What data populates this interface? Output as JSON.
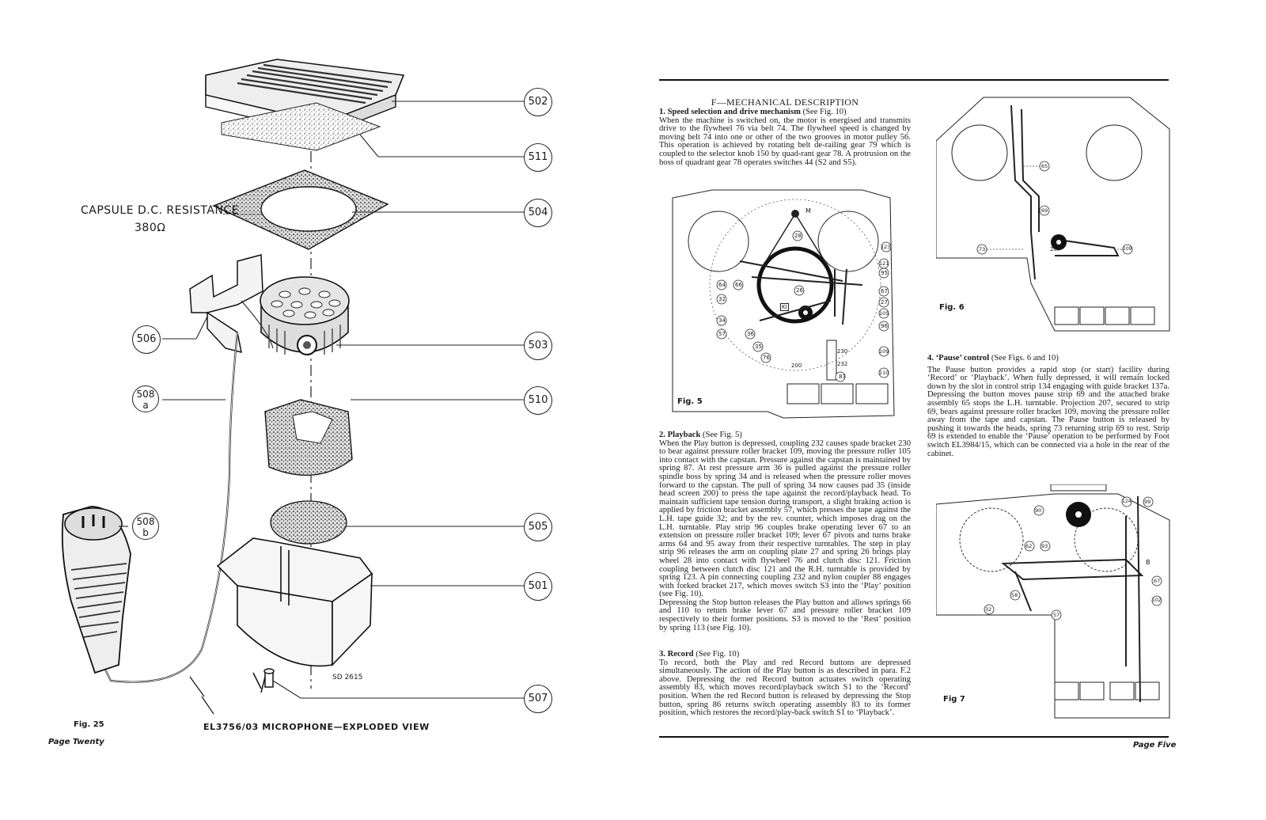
{
  "left_page": {
    "capsule_label": "CAPSULE  D.C. RESISTANCE",
    "capsule_value": "380Ω",
    "callouts": [
      "502",
      "511",
      "504",
      "503",
      "510",
      "505",
      "501",
      "507"
    ],
    "callout_506": "506",
    "callout_508a": "508",
    "callout_508a_sub": "a",
    "callout_508b": "508",
    "callout_508b_sub": "b",
    "drawing_code": "SD 2615",
    "fig_number": "Fig. 25",
    "fig_title": "EL3756/03   MICROPHONE—EXPLODED VIEW",
    "page_label": "Page Twenty"
  },
  "right_page": {
    "section_title": "F—MECHANICAL DESCRIPTION",
    "para1_heading": "1.  Speed selection and drive mechanism",
    "para1_ref": " (See Fig. 10)",
    "para1_body": "When the machine is switched on, the motor is energised and transmits drive to the flywheel 76 via belt 74. The flywheel speed is changed by moving belt 74 into one or other of the two grooves in motor pulley 56. This operation is achieved by rotating belt de-railing gear 79 which is coupled to the selector knob 150 by quad-rant gear 78. A protrusion on the boss of quadrant gear 78 operates switches 44 (S2 and S5).",
    "para2_heading": "2.  Playback",
    "para2_ref": " (See Fig. 5)",
    "para2_body": "When the Play button is depressed, coupling 232 causes spade bracket 230 to bear against pressure roller bracket 109, moving the pressure roller 105 into contact with the capstan. Pressure against the capstan is maintained by spring 87. At rest pressure arm 36 is pulled against the pressure roller spindle boss by spring 34 and is released when the pressure roller moves forward to the capstan. The pull of spring 34 now causes pad 35 (inside head screen 200) to press the tape against the record/playback head. To maintain sufficient tape tension during transport, a slight braking action is applied by friction bracket assembly 57, which presses the tape against the L.H. tape guide 32; and by the rev. counter, which imposes drag on the L.H. turntable. Play strip 96 couples brake operating lever 67 to an extension on pressure roller bracket 109; lever 67 pivots and turns brake arms 64 and 95 away from their respective turntables. The step in play strip 96 releases the arm on coupling plate 27 and spring 26 brings play wheel 28 into contact with flywheel 76 and clutch disc 121. Friction coupling between clutch disc 121 and the R.H. turntable is provided by spring 123. A pin connecting coupling 232 and nylon coupler 88 engages with forked bracket 217, which moves switch S3 into the ‘Play’ position (see Fig. 10).",
    "para2_body2": "Depressing the Stop button releases the Play button and allows springs 66 and 110 to return brake lever 67 and pressure roller bracket 109 respectively to their former positions. S3 is moved to the ‘Rest’ position by spring 113 (see Fig. 10).",
    "para3_heading": "3.  Record",
    "para3_ref": " (See Fig. 10)",
    "para3_body": "To record, both the Play and red Record buttons are depressed simultaneously. The action of the Play button is as described in para. F.2 above. Depressing the red Record button actuates switch operating assembly 83, which moves record/playback switch S1 to the ‘Record’ position. When the red Record button is released by depressing the Stop button, spring 86 returns switch operating assembly 83 to its former position, which restores the record/play-back switch S1 to ‘Playback’.",
    "para4_heading": "4.  ‘Pause’ control",
    "para4_ref": " (See Figs. 6 and 10)",
    "para4_body": "The Pause button provides a rapid stop (or start) facility during ‘Record’ or ‘Playback’. When fully depressed, it will remain locked down by the slot in control strip 134 engaging with guide bracket 137a. Depressing the button moves pause strip 69 and the attached brake assembly 65 stops the L.H. turntable. Projection 207, secured to strip 69, bears against pressure roller bracket 109, moving the pressure roller away from the tape and capstan. The Pause button is released by pushing it towards the heads, spring 73 returning strip 69 to rest. Strip 69 is extended to enable the ‘Pause’ operation to be performed by Foot switch EL3984/15, which can be connected via a hole in the rear of the cabinet.",
    "fig5_caption": "Fig. 5",
    "fig5_labels": [
      "M",
      "28",
      "123",
      "121",
      "95",
      "26",
      "67",
      "27",
      "105",
      "96",
      "64",
      "66",
      "32",
      "34",
      "57",
      "36",
      "35",
      "76",
      "200",
      "230",
      "232",
      "109",
      "87",
      "110",
      "KI"
    ],
    "fig6_caption": "Fig. 6",
    "fig6_labels": [
      "65",
      "69",
      "73",
      "207",
      "109"
    ],
    "fig7_caption": "Fig 7",
    "fig7_labels": [
      "90",
      "124",
      "99",
      "62",
      "93",
      "B",
      "67",
      "58",
      "102",
      "32",
      "57"
    ],
    "page_label": "Page Five"
  }
}
